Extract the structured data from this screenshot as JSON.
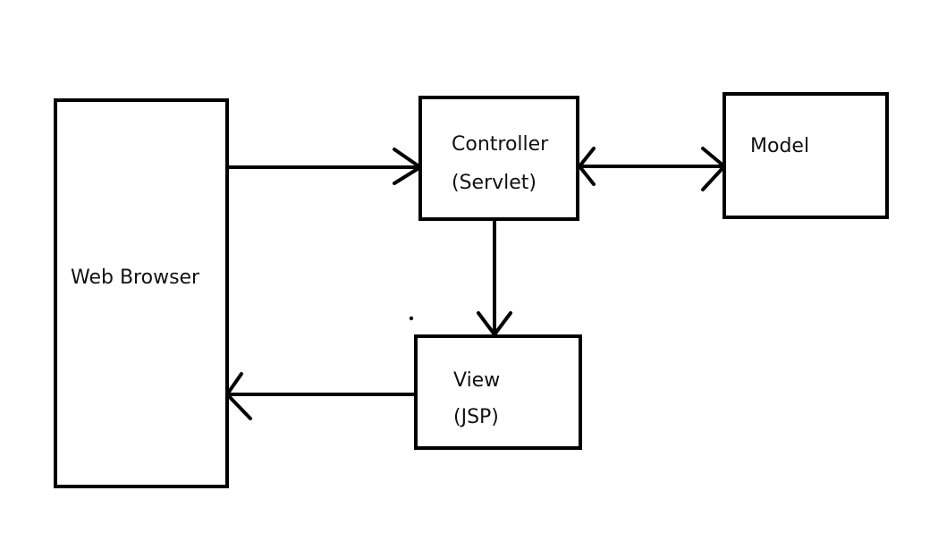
{
  "diagram": {
    "nodes": {
      "web_browser": {
        "label": "Web Browser"
      },
      "controller": {
        "title": "Controller",
        "subtitle": "(Servlet)"
      },
      "model": {
        "label": "Model"
      },
      "view": {
        "title": "View",
        "subtitle": "(JSP)"
      }
    },
    "edges": [
      {
        "from": "web_browser",
        "to": "controller"
      },
      {
        "from": "controller",
        "to": "model",
        "bidirectional": true
      },
      {
        "from": "controller",
        "to": "view"
      },
      {
        "from": "view",
        "to": "web_browser"
      }
    ],
    "colors": {
      "stroke": "#000000",
      "text": "#111111",
      "background": "#ffffff"
    }
  }
}
